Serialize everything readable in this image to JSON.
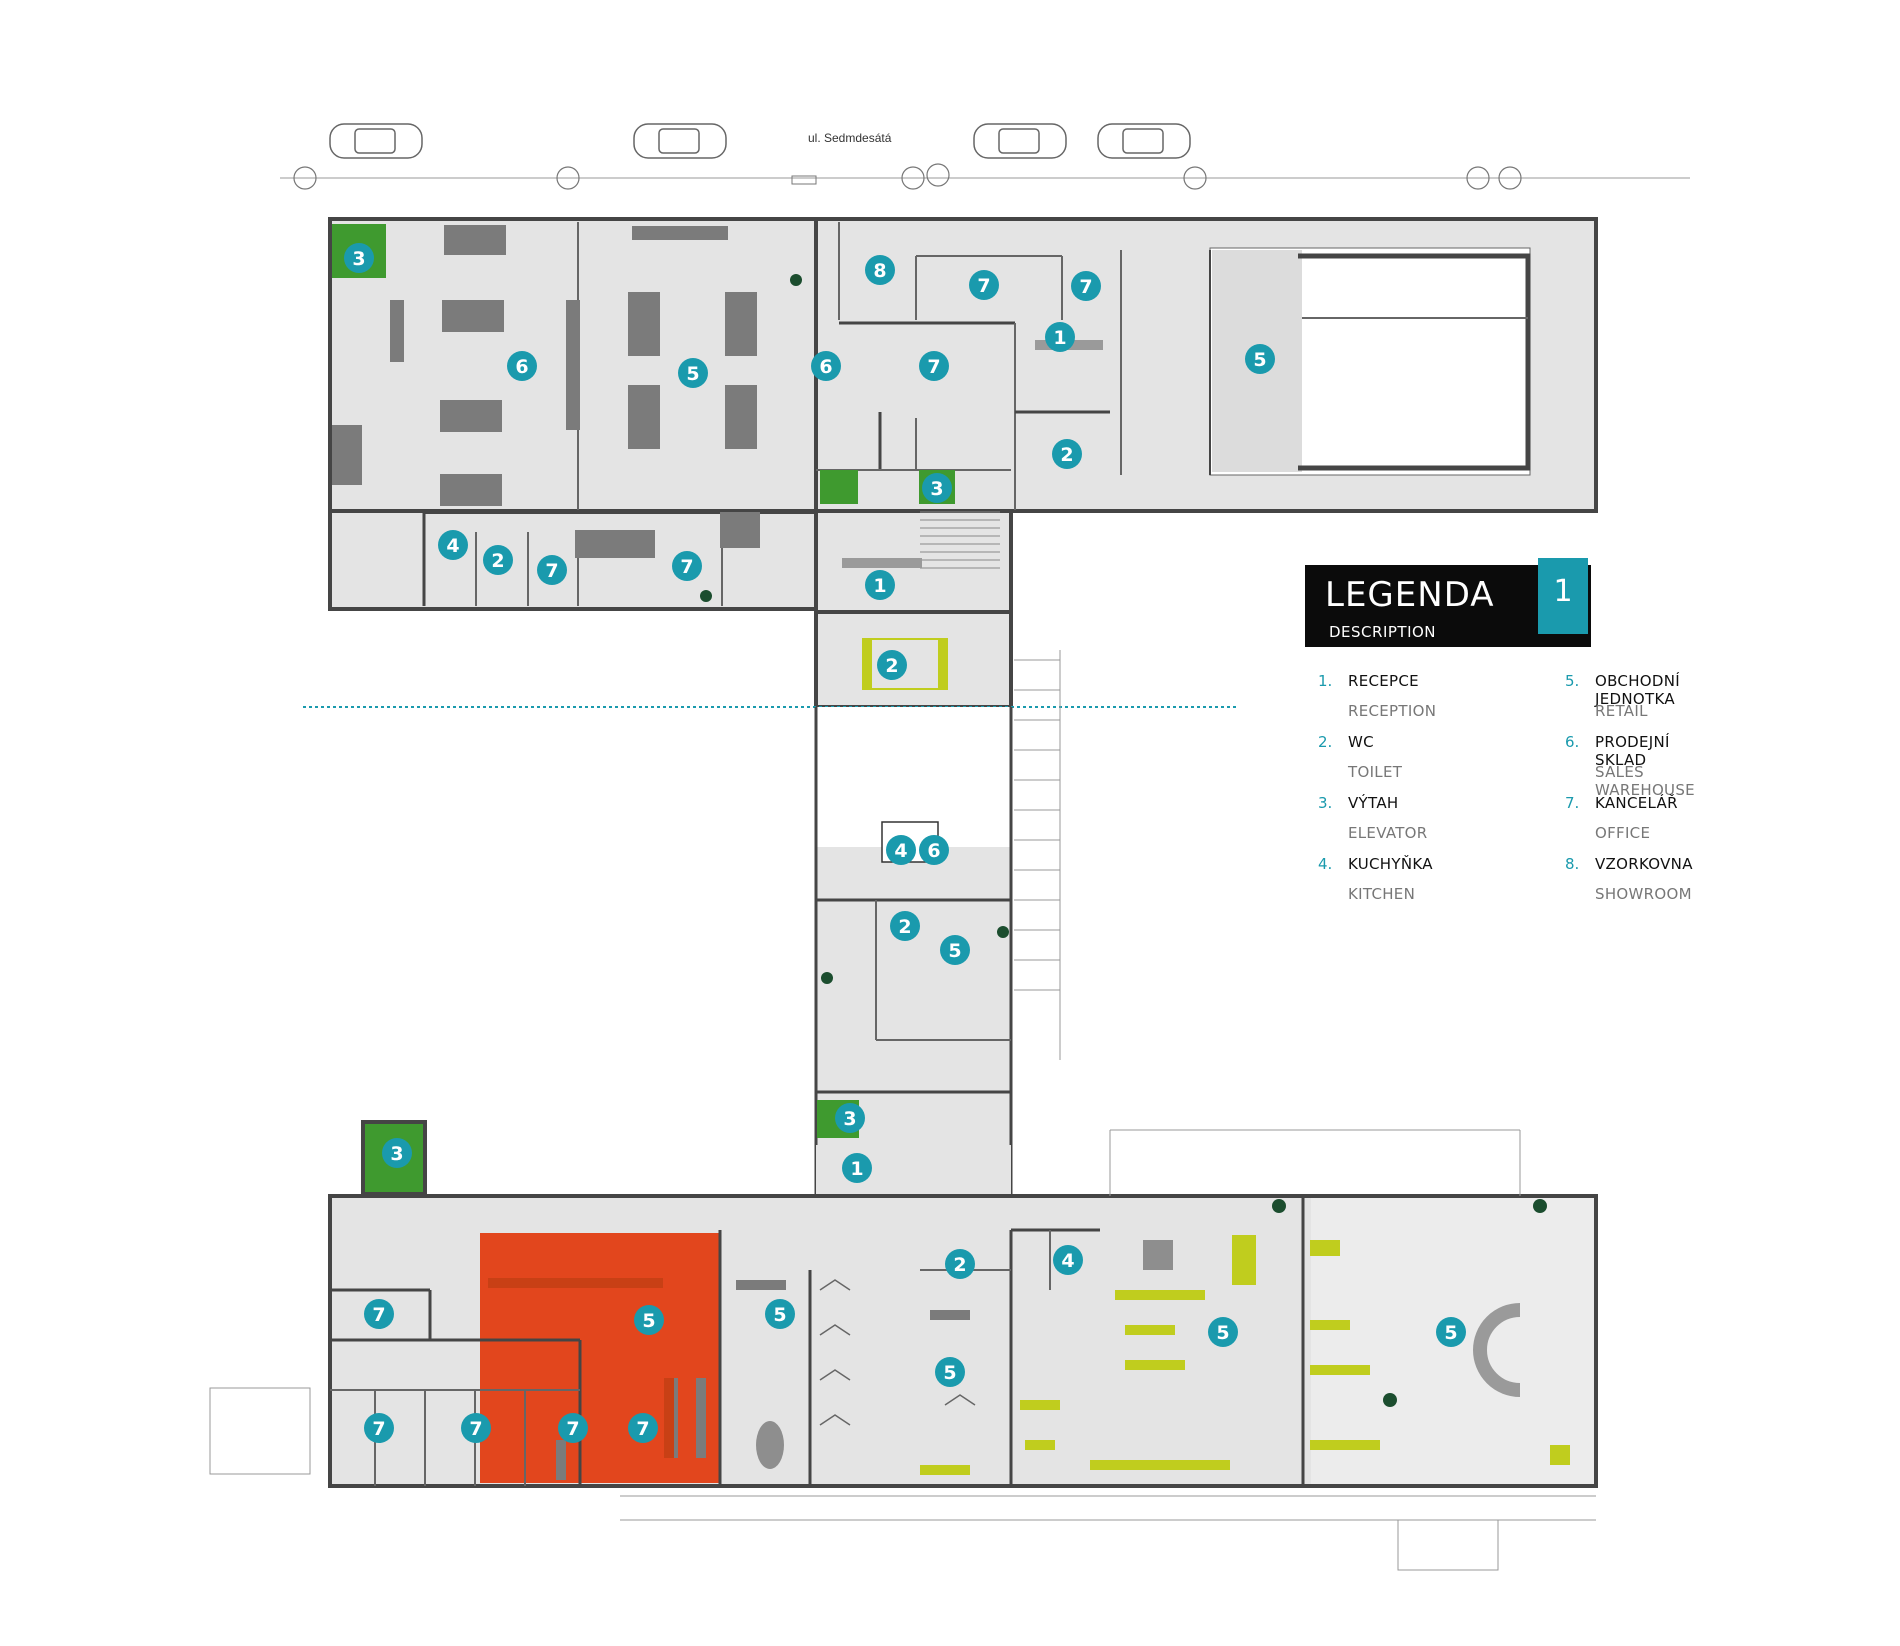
{
  "street_label": "ul. Sedmdesátá",
  "legend": {
    "title": "LEGENDA",
    "subtitle": "DESCRIPTION",
    "number": "1",
    "items": [
      {
        "n": "1.",
        "cz": "RECEPCE",
        "en": "RECEPTION"
      },
      {
        "n": "2.",
        "cz": "WC",
        "en": "TOILET"
      },
      {
        "n": "3.",
        "cz": "VÝTAH",
        "en": "ELEVATOR"
      },
      {
        "n": "4.",
        "cz": "KUCHYŇKA",
        "en": "KITCHEN"
      },
      {
        "n": "5.",
        "cz": "OBCHODNÍ JEDNOTKA",
        "en": "RETAIL"
      },
      {
        "n": "6.",
        "cz": "PRODEJNÍ SKLAD",
        "en": "SALES WAREHOUSE"
      },
      {
        "n": "7.",
        "cz": "KANCELÁŘ",
        "en": "OFFICE"
      },
      {
        "n": "8.",
        "cz": "VZORKOVNA",
        "en": "SHOWROOM"
      }
    ]
  },
  "colors": {
    "accent": "#1a9aad",
    "floor": "#e4e4e4",
    "wall": "#454545",
    "elevator": "#3f9a2f",
    "highlight": "#e2461d",
    "furniture": "#c0cd1e"
  },
  "markers": [
    "3",
    "6",
    "5",
    "8",
    "7",
    "7",
    "1",
    "6",
    "7",
    "5",
    "2",
    "3",
    "4",
    "2",
    "7",
    "7",
    "1",
    "2",
    "4",
    "6",
    "2",
    "5",
    "3",
    "1",
    "3",
    "7",
    "5",
    "5",
    "2",
    "4",
    "5",
    "5",
    "5",
    "7",
    "7",
    "7",
    "7"
  ],
  "icons": {
    "car": "car-icon",
    "tree": "tree-icon",
    "plant": "plant-icon"
  }
}
